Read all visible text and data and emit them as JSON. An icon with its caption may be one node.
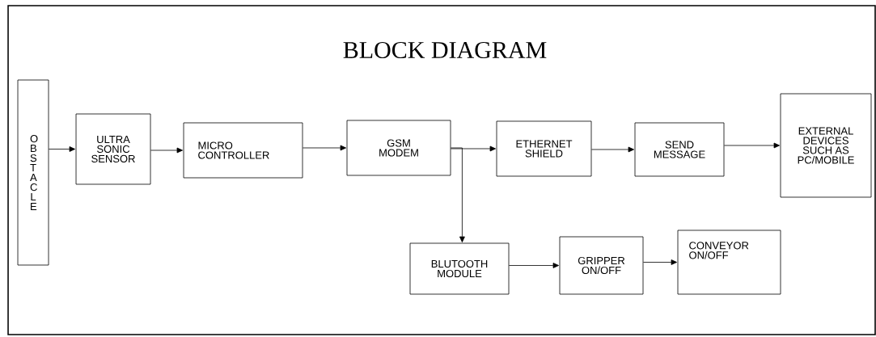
{
  "diagram": {
    "title": "BLOCK DIAGRAM",
    "nodes": [
      {
        "text": [
          "O B S T A C L E"
        ]
      },
      {
        "text": [
          "ULTRA SONIC SENSOR"
        ]
      },
      {
        "text": [
          "MICRO CONTROLLER"
        ]
      },
      {
        "text": [
          "GSM MODEM"
        ]
      },
      {
        "text": [
          "ETHERNET SHIELD"
        ]
      },
      {
        "text": [
          "SEND MESSAGE"
        ]
      },
      {
        "text": [
          "EXTERNAL DEVICES SUCH AS PC/MOBILE"
        ]
      },
      {
        "text": [
          "BLUTOOTH MODULE"
        ]
      },
      {
        "text": [
          "GRIPPER ON/OFF"
        ]
      },
      {
        "text": [
          "CONVEYOR ON/OFF"
        ]
      }
    ],
    "edges": [
      {
        "from": 0,
        "to": 1,
        "arrow": "to"
      },
      {
        "from": 1,
        "to": 2,
        "arrow": "to"
      },
      {
        "from": 2,
        "to": 3,
        "arrow": "to"
      },
      {
        "from": 3,
        "to": 4,
        "arrow": "to"
      },
      {
        "from": 4,
        "to": 5,
        "arrow": "to"
      },
      {
        "from": 5,
        "to": 6,
        "arrow": "to"
      },
      {
        "from": 3,
        "to": 7,
        "arrow": "to"
      },
      {
        "from": 7,
        "to": 8,
        "arrow": "to"
      },
      {
        "from": 8,
        "to": 9,
        "arrow": "to"
      }
    ]
  }
}
